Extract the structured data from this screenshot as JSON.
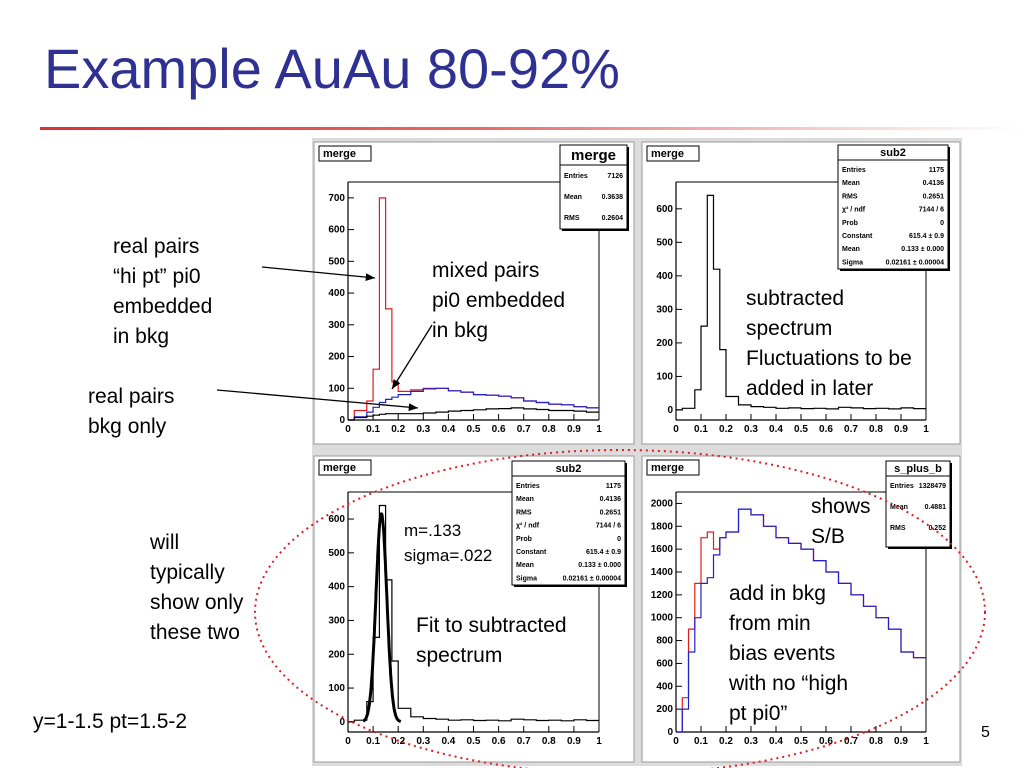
{
  "title": "Example AuAu 80-92%",
  "page_number": "5",
  "annotations": {
    "real_pairs_hi": "real pairs\n“hi pt” pi0\nembedded\nin bkg",
    "mixed_pairs": "mixed pairs\npi0 embedded\nin bkg",
    "real_bkg": "real pairs\nbkg only",
    "subtracted": "subtracted\nspectrum\nFluctuations to be\nadded in later",
    "will_show": "will\ntypically\nshow only\nthese two",
    "fit_params": "m=.133\nsigma=.022",
    "fit_label": "Fit to subtracted\nspectrum",
    "shows_sb": "shows\nS/B",
    "add_bkg": "add in bkg\nfrom min\nbias events\nwith no “high\npt pi0”",
    "kinematics": "y=1-1.5 pt=1.5-2"
  },
  "colors": {
    "title": "#2E3192",
    "real": "#e41a1c",
    "mixed": "#2020d0",
    "sub": "#000000",
    "rule": "#e03030",
    "ellipse": "#e41a1c"
  },
  "chart_data": [
    {
      "type": "line",
      "panel": "top-left",
      "tag": "merge",
      "title": "merge",
      "stats": [
        [
          "Entries",
          "7126"
        ],
        [
          "Mean",
          "0.3638"
        ],
        [
          "RMS",
          "0.2604"
        ]
      ],
      "x": [
        0.025,
        0.075,
        0.1,
        0.125,
        0.15,
        0.175,
        0.2,
        0.25,
        0.3,
        0.35,
        0.4,
        0.45,
        0.5,
        0.55,
        0.6,
        0.65,
        0.7,
        0.75,
        0.8,
        0.85,
        0.9,
        0.95,
        1.0
      ],
      "xlim": [
        0,
        1
      ],
      "ylim": [
        0,
        750
      ],
      "xticks": [
        "0",
        "0.1",
        "0.2",
        "0.3",
        "0.4",
        "0.5",
        "0.6",
        "0.7",
        "0.8",
        "0.9",
        "1"
      ],
      "yticks": [
        "0",
        "100",
        "200",
        "300",
        "400",
        "500",
        "600",
        "700"
      ],
      "series": [
        {
          "color": "#e41a1c",
          "values": [
            0,
            30,
            60,
            160,
            700,
            350,
            120,
            90,
            95,
            100,
            100,
            92,
            88,
            80,
            78,
            75,
            70,
            60,
            55,
            50,
            48,
            42,
            38
          ]
        },
        {
          "color": "#2020d0",
          "values": [
            0,
            10,
            25,
            40,
            55,
            65,
            72,
            80,
            90,
            98,
            100,
            92,
            88,
            80,
            78,
            75,
            70,
            60,
            55,
            50,
            48,
            42,
            38
          ]
        },
        {
          "color": "#000000",
          "values": [
            0,
            8,
            12,
            15,
            18,
            20,
            20,
            20,
            20,
            22,
            25,
            28,
            30,
            32,
            35,
            36,
            38,
            35,
            33,
            30,
            30,
            28,
            25
          ]
        }
      ]
    },
    {
      "type": "line",
      "panel": "top-right",
      "tag": "merge",
      "title": "sub2",
      "stats": [
        [
          "Entries",
          "1175"
        ],
        [
          "Mean",
          "0.4136"
        ],
        [
          "RMS",
          "0.2651"
        ],
        [
          "χ² / ndf",
          "7144 / 6"
        ],
        [
          "Prob",
          "0"
        ],
        [
          "Constant",
          "615.4 ± 0.9"
        ],
        [
          "Mean",
          "0.133 ± 0.000"
        ],
        [
          "Sigma",
          "0.02161 ± 0.00004"
        ]
      ],
      "x": [
        0.025,
        0.075,
        0.1,
        0.125,
        0.15,
        0.175,
        0.2,
        0.25,
        0.3,
        0.35,
        0.4,
        0.45,
        0.5,
        0.55,
        0.6,
        0.65,
        0.7,
        0.75,
        0.8,
        0.85,
        0.9,
        0.95,
        1.0
      ],
      "xlim": [
        0,
        1
      ],
      "ylim": [
        -30,
        680
      ],
      "xticks": [
        "0",
        "0.1",
        "0.2",
        "0.3",
        "0.4",
        "0.5",
        "0.6",
        "0.7",
        "0.8",
        "0.9",
        "1"
      ],
      "yticks": [
        "0",
        "100",
        "200",
        "300",
        "400",
        "500",
        "600"
      ],
      "series": [
        {
          "color": "#000000",
          "values": [
            0,
            5,
            60,
            250,
            640,
            420,
            180,
            40,
            15,
            10,
            8,
            5,
            6,
            4,
            5,
            3,
            8,
            6,
            4,
            5,
            3,
            6,
            4
          ]
        }
      ]
    },
    {
      "type": "line",
      "panel": "bottom-left",
      "tag": "merge",
      "title": "sub2",
      "stats": [
        [
          "Entries",
          "1175"
        ],
        [
          "Mean",
          "0.4136"
        ],
        [
          "RMS",
          "0.2651"
        ],
        [
          "χ² / ndf",
          "7144 / 6"
        ],
        [
          "Prob",
          "0"
        ],
        [
          "Constant",
          "615.4 ± 0.9"
        ],
        [
          "Mean",
          "0.133 ± 0.000"
        ],
        [
          "Sigma",
          "0.02161 ± 0.00004"
        ]
      ],
      "x": [
        0.025,
        0.075,
        0.1,
        0.125,
        0.15,
        0.175,
        0.2,
        0.25,
        0.3,
        0.35,
        0.4,
        0.45,
        0.5,
        0.55,
        0.6,
        0.65,
        0.7,
        0.75,
        0.8,
        0.85,
        0.9,
        0.95,
        1.0
      ],
      "xlim": [
        0,
        1
      ],
      "ylim": [
        -30,
        680
      ],
      "xticks": [
        "0",
        "0.1",
        "0.2",
        "0.3",
        "0.4",
        "0.5",
        "0.6",
        "0.7",
        "0.8",
        "0.9",
        "1"
      ],
      "yticks": [
        "0",
        "100",
        "200",
        "300",
        "400",
        "500",
        "600"
      ],
      "series": [
        {
          "color": "#000000",
          "values": [
            0,
            5,
            60,
            250,
            640,
            420,
            180,
            40,
            15,
            10,
            8,
            5,
            6,
            4,
            5,
            3,
            8,
            6,
            4,
            5,
            3,
            6,
            4
          ]
        }
      ],
      "fit": {
        "constant": 615.4,
        "mean": 0.133,
        "sigma": 0.02161
      }
    },
    {
      "type": "line",
      "panel": "bottom-right",
      "tag": "merge",
      "title": "s_plus_b",
      "stats": [
        [
          "Entries",
          "1328479"
        ],
        [
          "Mean",
          "0.4881"
        ],
        [
          "RMS",
          "0.252"
        ]
      ],
      "x": [
        0.025,
        0.05,
        0.075,
        0.1,
        0.125,
        0.15,
        0.175,
        0.2,
        0.25,
        0.3,
        0.35,
        0.4,
        0.45,
        0.5,
        0.55,
        0.6,
        0.65,
        0.7,
        0.75,
        0.8,
        0.85,
        0.9,
        0.95,
        1.0
      ],
      "xlim": [
        0,
        1
      ],
      "ylim": [
        0,
        2100
      ],
      "xticks": [
        "0",
        "0.1",
        "0.2",
        "0.3",
        "0.4",
        "0.5",
        "0.6",
        "0.7",
        "0.8",
        "0.9",
        "1"
      ],
      "yticks": [
        "0",
        "200",
        "400",
        "600",
        "800",
        "1000",
        "1200",
        "1400",
        "1600",
        "1800",
        "2000"
      ],
      "series": [
        {
          "color": "#e41a1c",
          "values": [
            0,
            300,
            900,
            1300,
            1700,
            1750,
            1600,
            1700,
            1750,
            1950,
            1900,
            1800,
            1700,
            1650,
            1600,
            1500,
            1400,
            1300,
            1200,
            1100,
            1000,
            900,
            700,
            650
          ]
        },
        {
          "color": "#2020d0",
          "values": [
            0,
            200,
            700,
            1000,
            1300,
            1350,
            1550,
            1700,
            1750,
            1950,
            1900,
            1800,
            1700,
            1650,
            1600,
            1500,
            1400,
            1300,
            1200,
            1100,
            1000,
            900,
            700,
            650
          ]
        }
      ]
    }
  ]
}
